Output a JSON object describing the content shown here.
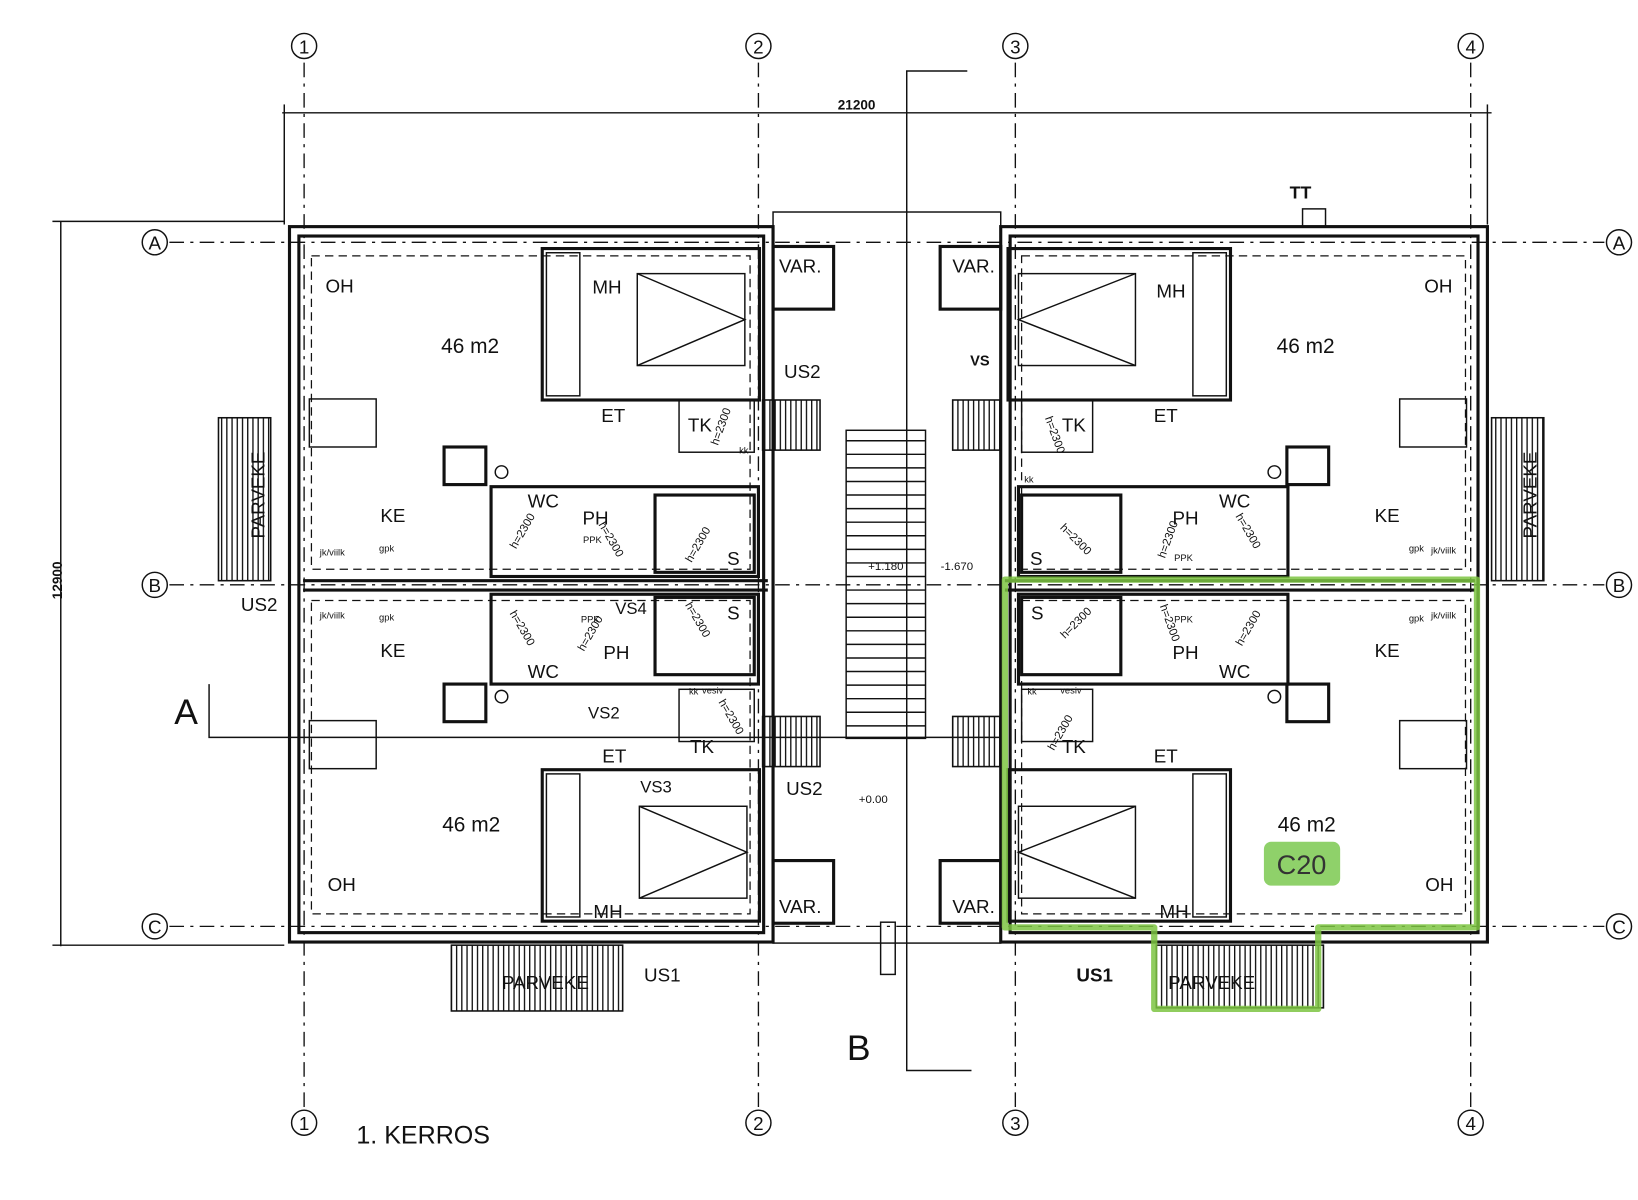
{
  "drawing": {
    "title": "1. KERROS",
    "grid": {
      "columns": [
        "1",
        "2",
        "3",
        "4"
      ],
      "rows": [
        "A",
        "B",
        "C"
      ]
    },
    "dimensions": {
      "width": "21200",
      "depth": "12900"
    },
    "section_markers": [
      "A",
      "B"
    ],
    "levels": [
      "+1.180",
      "-1.670",
      "+0.00"
    ],
    "roof_mark": "TT",
    "highlight": {
      "label": "C20",
      "color": "#8fd16a",
      "outline_color": "#7cc442"
    },
    "rooms": {
      "oh": "OH",
      "area": "46  m2",
      "mh": "MH",
      "var": "VAR.",
      "us1": "US1",
      "us2": "US2",
      "et": "ET",
      "tk": "TK",
      "ke": "KE",
      "wc": "WC",
      "ph": "PH",
      "s": "S",
      "vs": "VS",
      "vs2": "VS2",
      "vs3": "VS3",
      "vs4": "VS4",
      "parveke": "PARVEKE"
    },
    "notes": {
      "h": "h=2300",
      "ppk": "PPK",
      "gpk": "gpk",
      "jk": "jk/viilk",
      "kk": "kk",
      "vesiv": "vesiv"
    }
  }
}
